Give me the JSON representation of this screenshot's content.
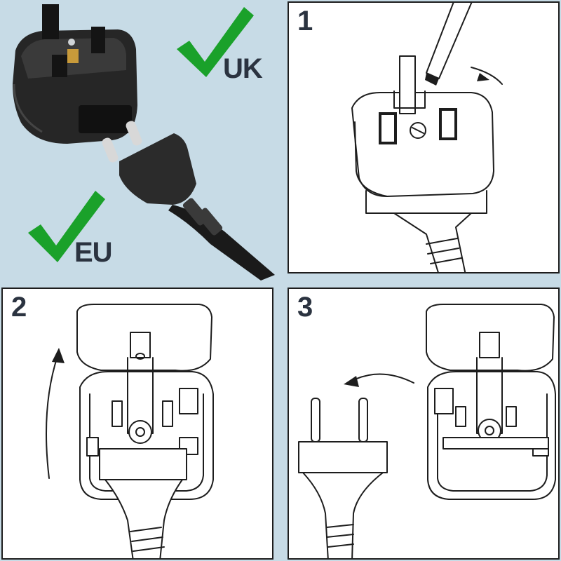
{
  "labels": {
    "uk": "UK",
    "eu": "EU"
  },
  "steps": [
    {
      "number": "1"
    },
    {
      "number": "2"
    },
    {
      "number": "3"
    }
  ],
  "colors": {
    "background": "#c7dbe6",
    "check": "#1aa12a",
    "label": "#2b3340",
    "plug": "#2a2a2a"
  },
  "icons": [
    "check-icon",
    "screwdriver-icon",
    "rotate-arrow-icon",
    "curved-arrow-icon"
  ]
}
